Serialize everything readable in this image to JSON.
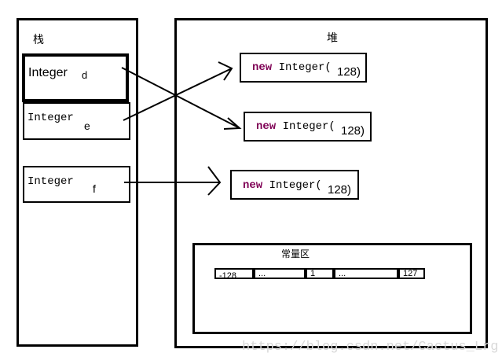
{
  "stack": {
    "title": "栈",
    "vars": [
      {
        "type": "Integer",
        "name": "d"
      },
      {
        "type": "Integer",
        "name": "e"
      },
      {
        "type": "Integer",
        "name": "f"
      }
    ]
  },
  "heap": {
    "title": "堆",
    "objects": [
      {
        "kw": "new",
        "ctor": "Integer(",
        "arg": "128)"
      },
      {
        "kw": "new",
        "ctor": "Integer(",
        "arg": "128)"
      },
      {
        "kw": "new",
        "ctor": "Integer(",
        "arg": "128)"
      }
    ]
  },
  "cache": {
    "title": "常量区",
    "cells": [
      "-128",
      "...",
      "1",
      "...",
      "127"
    ]
  },
  "watermark": "https://blog.csdn.net/Cactus_Lrg"
}
